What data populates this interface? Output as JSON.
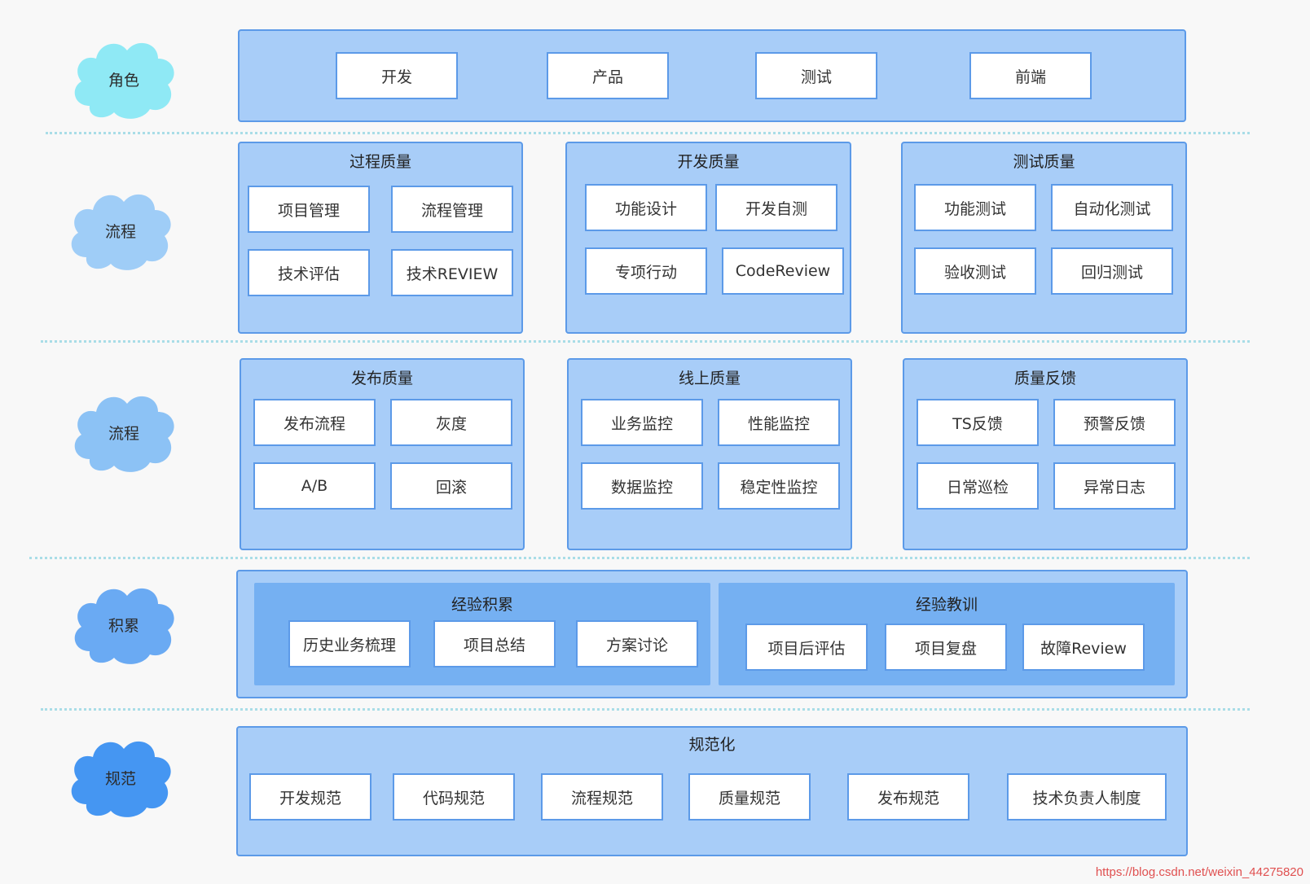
{
  "rows": [
    {
      "label": "角色",
      "color": "#8fe9f5"
    },
    {
      "label": "流程",
      "color": "#9fcdf7"
    },
    {
      "label": "流程",
      "color": "#8cc2f5"
    },
    {
      "label": "积累",
      "color": "#6aaaf3"
    },
    {
      "label": "规范",
      "color": "#4596f2"
    }
  ],
  "roles": {
    "items": [
      "开发",
      "产品",
      "测试",
      "前端"
    ]
  },
  "process1": [
    {
      "title": "过程质量",
      "items": [
        "项目管理",
        "流程管理",
        "技术评估",
        "技术REVIEW"
      ]
    },
    {
      "title": "开发质量",
      "items": [
        "功能设计",
        "开发自测",
        "专项行动",
        "CodeReview"
      ]
    },
    {
      "title": "测试质量",
      "items": [
        "功能测试",
        "自动化测试",
        "验收测试",
        "回归测试"
      ]
    }
  ],
  "process2": [
    {
      "title": "发布质量",
      "items": [
        "发布流程",
        "灰度",
        "A/B",
        "回滚"
      ]
    },
    {
      "title": "线上质量",
      "items": [
        "业务监控",
        "性能监控",
        "数据监控",
        "稳定性监控"
      ]
    },
    {
      "title": "质量反馈",
      "items": [
        "TS反馈",
        "预警反馈",
        "日常巡检",
        "异常日志"
      ]
    }
  ],
  "accumulate": [
    {
      "title": "经验积累",
      "items": [
        "历史业务梳理",
        "项目总结",
        "方案讨论"
      ]
    },
    {
      "title": "经验教训",
      "items": [
        "项目后评估",
        "项目复盘",
        "故障Review"
      ]
    }
  ],
  "standard": {
    "title": "规范化",
    "items": [
      "开发规范",
      "代码规范",
      "流程规范",
      "质量规范",
      "发布规范",
      "技术负责人制度"
    ]
  },
  "watermark": "https://blog.csdn.net/weixin_44275820"
}
